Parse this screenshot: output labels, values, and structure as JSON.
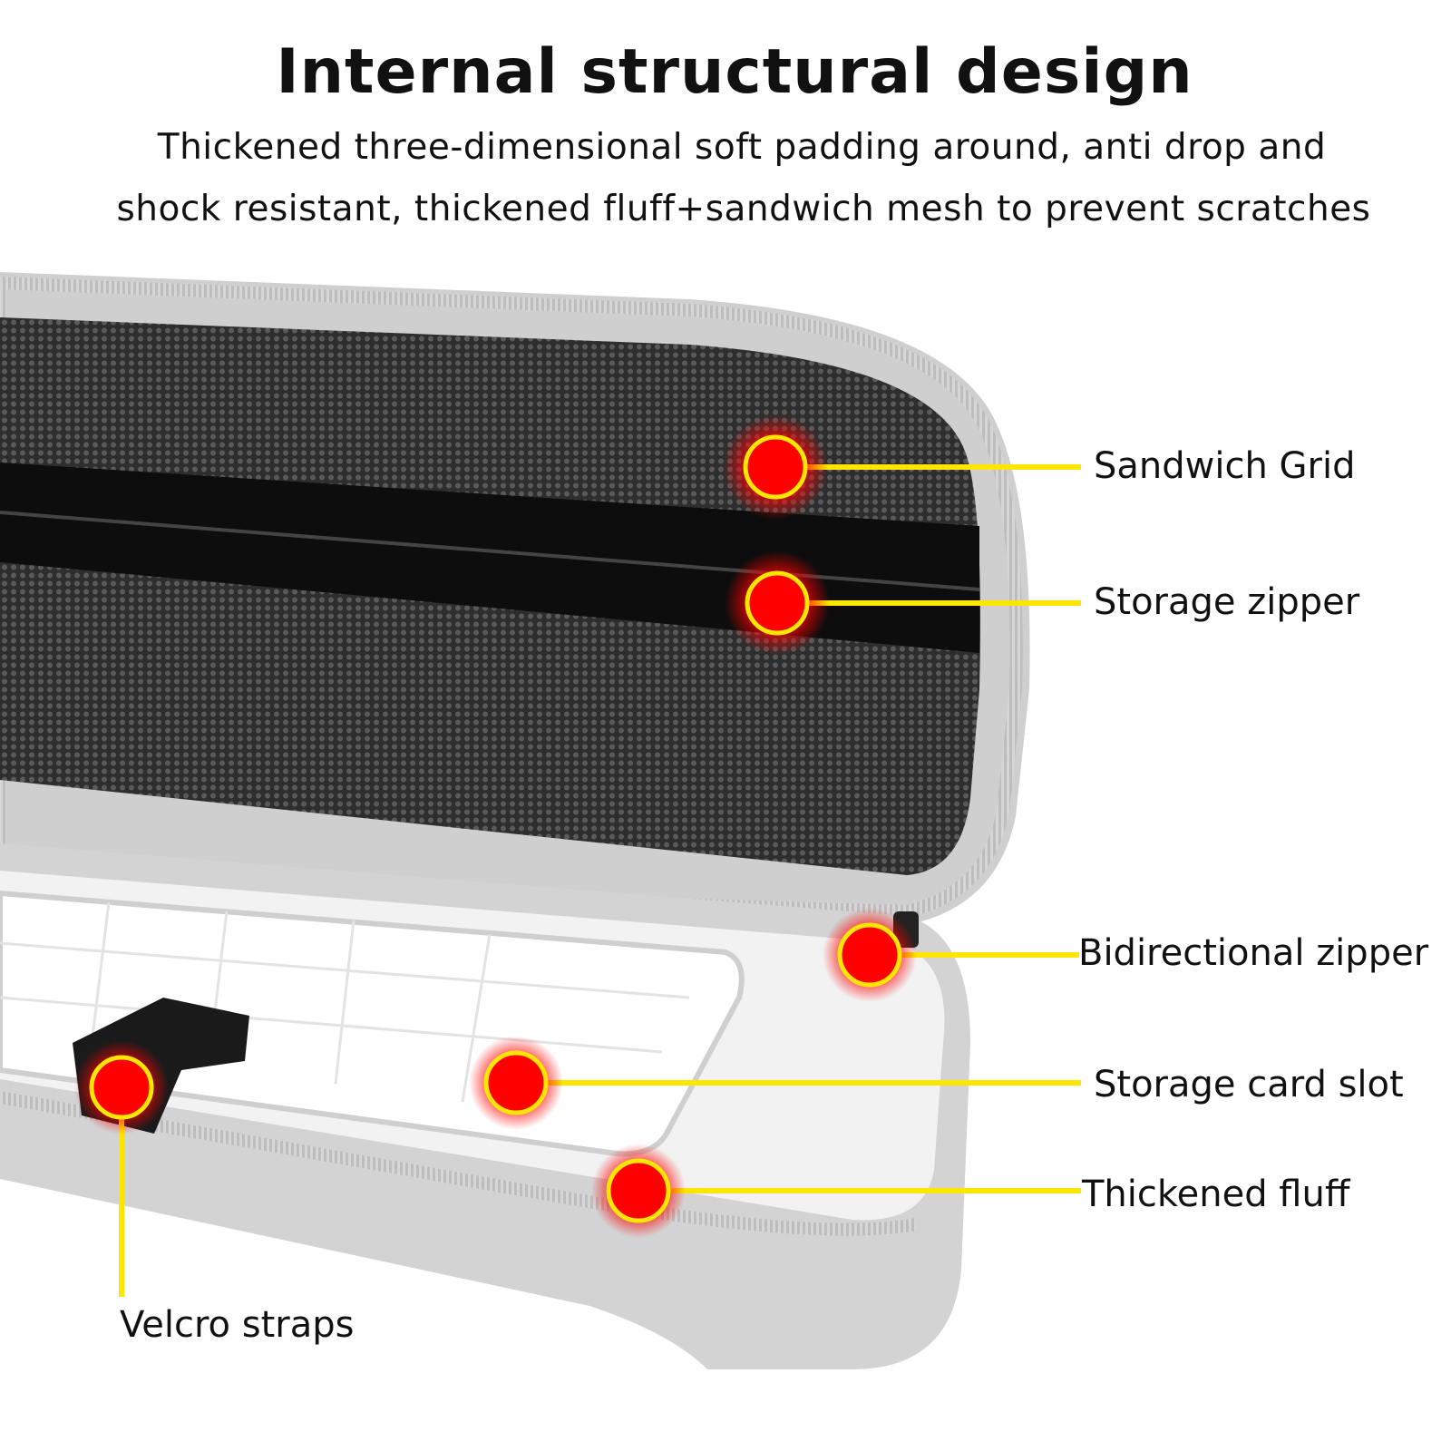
{
  "header": {
    "title": "Internal structural design",
    "subtitle_line1": "Thickened three-dimensional soft padding around, anti drop and",
    "subtitle_line2": "shock resistant, thickened fluff+sandwich mesh to prevent scratches"
  },
  "callouts": [
    {
      "id": "sandwich-grid",
      "label": "Sandwich Grid"
    },
    {
      "id": "storage-zipper",
      "label": "Storage zipper"
    },
    {
      "id": "bidirectional-zipper",
      "label": "Bidirectional zipper"
    },
    {
      "id": "storage-card-slot",
      "label": "Storage card slot"
    },
    {
      "id": "thickened-fluff",
      "label": "Thickened fluff"
    },
    {
      "id": "velcro-straps",
      "label": "Velcro straps"
    }
  ],
  "colors": {
    "marker": "#ff0000",
    "leader_line": "#ffe600",
    "mesh": "#3a3a3a",
    "shell": "#c9c9c9"
  }
}
